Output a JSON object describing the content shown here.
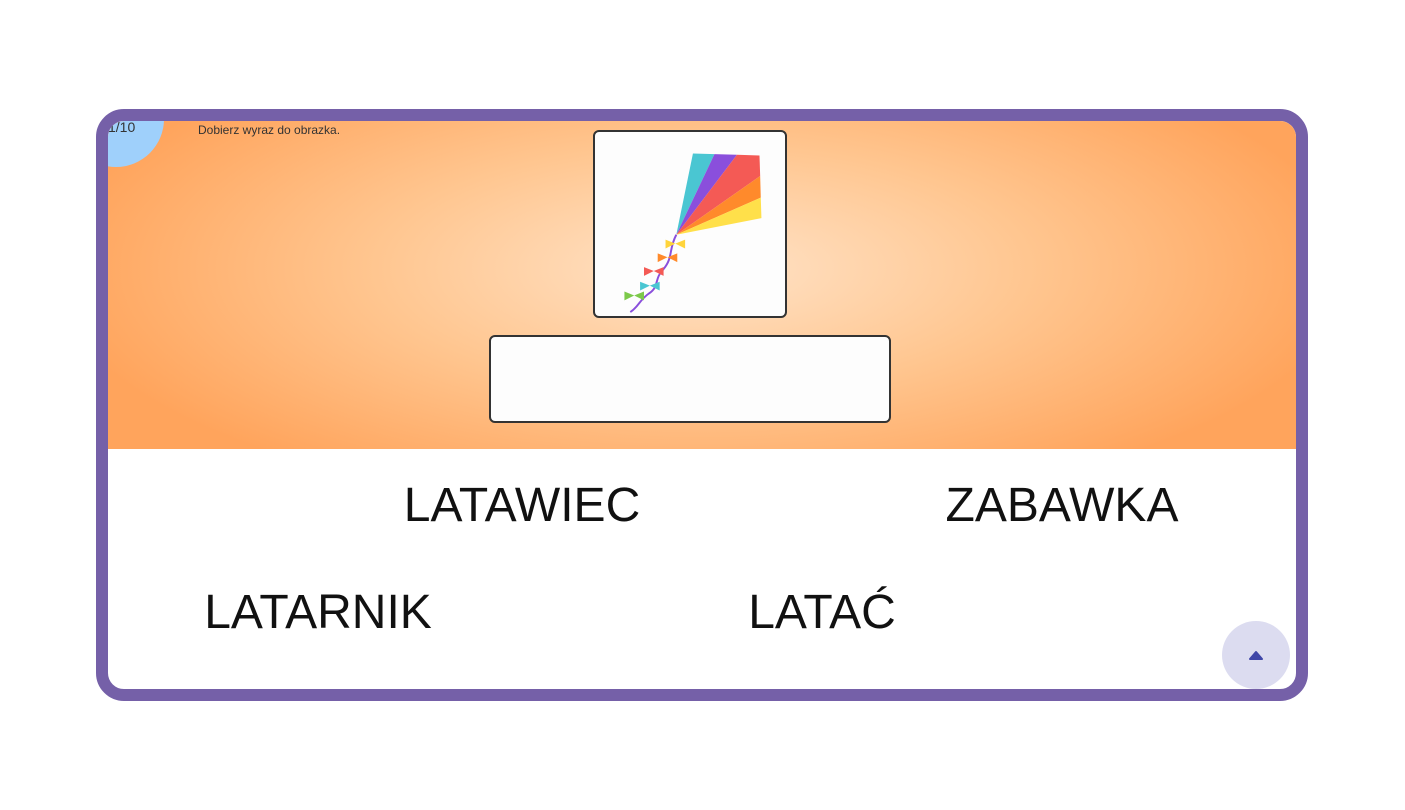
{
  "counter": "1/10",
  "instruction": "Dobierz wyraz do obrazka.",
  "image": {
    "icon": "kite-icon"
  },
  "answer_value": "",
  "words": [
    "LATAWIEC",
    "ZABAWKA",
    "LATARNIK",
    "LATAĆ"
  ],
  "scroll_up": {
    "icon": "caret-up-icon"
  },
  "colors": {
    "frame": "#7560a8",
    "orange": "#ffa45c",
    "counter": "#9fd0fb",
    "button": "#dcdcf0",
    "caret": "#3f46a8"
  }
}
